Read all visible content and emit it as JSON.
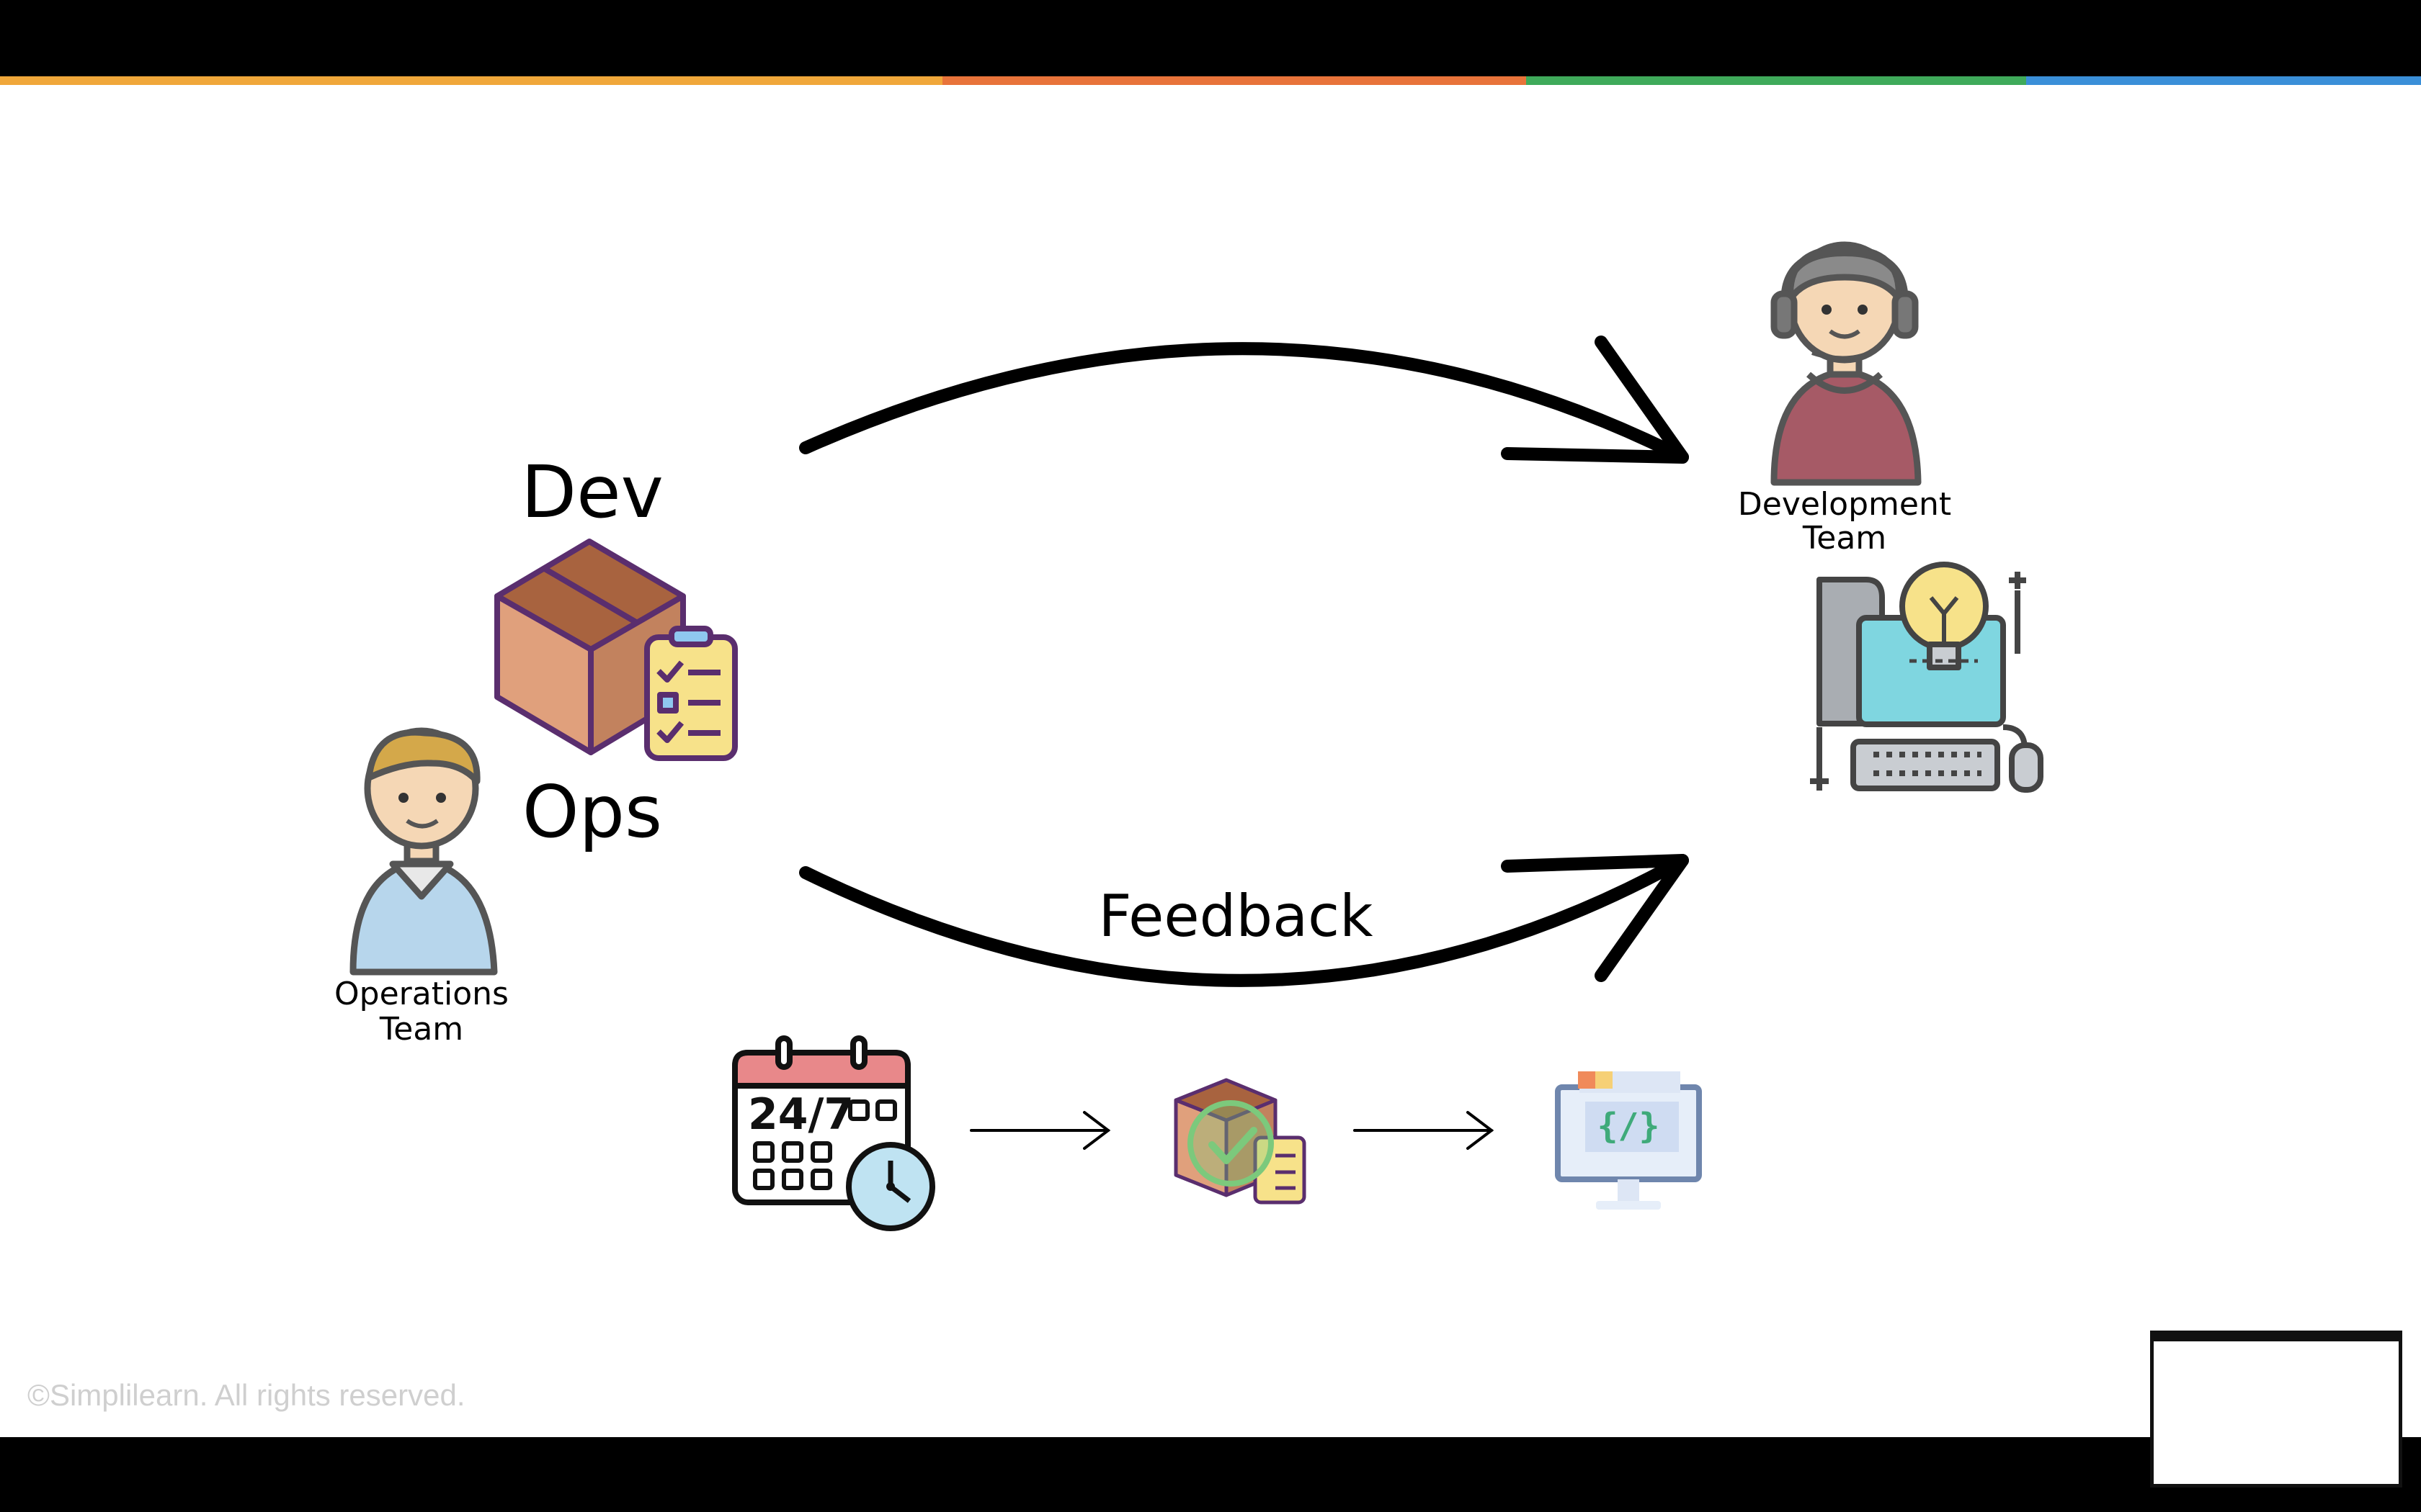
{
  "header": {
    "accent_colors": [
      "#f0a73a",
      "#e8733a",
      "#3faa5a",
      "#3a8fd8"
    ]
  },
  "diagram": {
    "top_label": "Dev",
    "bottom_label": "Ops",
    "feedback_label": "Feedback",
    "operations_team": {
      "line1": "Operations",
      "line2": "Team"
    },
    "development_team": {
      "line1": "Development",
      "line2": "Team"
    },
    "calendar_text": "24/7",
    "icons": [
      "operations-person-icon",
      "package-checklist-icon",
      "developer-headset-icon",
      "idea-computer-icon",
      "calendar-clock-icon",
      "verified-package-icon",
      "code-monitor-icon"
    ]
  },
  "footer": {
    "copyright": "©Simplilearn. All rights reserved."
  }
}
